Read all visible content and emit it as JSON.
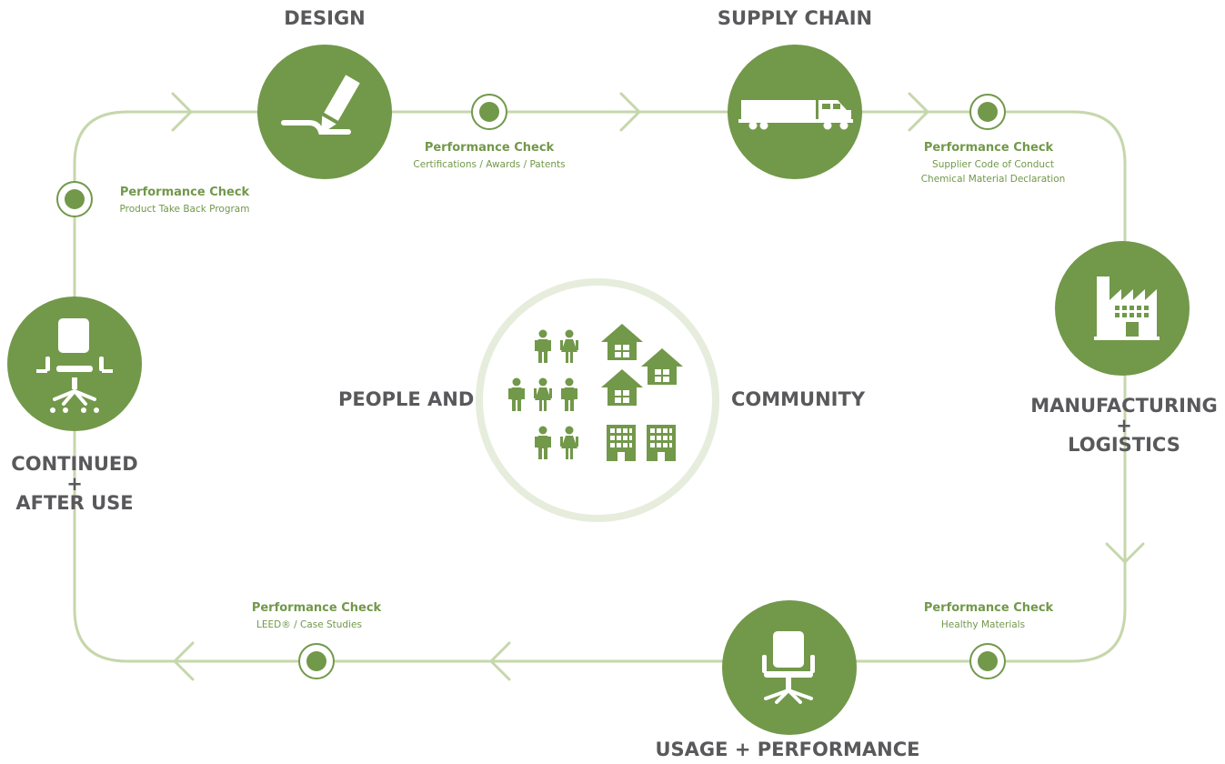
{
  "colors": {
    "green": "#72984a",
    "track": "#c6d7ab",
    "ring": "#e6eddc",
    "label": "#59595c"
  },
  "stages": {
    "design": {
      "label": "DESIGN",
      "icon": "pencil-icon"
    },
    "supply_chain": {
      "label": "SUPPLY CHAIN",
      "icon": "truck-icon"
    },
    "manufacturing": {
      "label_lines": [
        "MANUFACTURING",
        "+",
        "LOGISTICS"
      ],
      "icon": "factory-icon"
    },
    "usage": {
      "label": "USAGE + PERFORMANCE",
      "icon": "office-chair-icon"
    },
    "after_use": {
      "label_lines": [
        "CONTINUED",
        "+",
        "AFTER USE"
      ],
      "icon": "exploded-chair-icon"
    }
  },
  "checks": {
    "design": {
      "title": "Performance Check",
      "lines": [
        "Certifications / Awards / Patents"
      ]
    },
    "supply_chain": {
      "title": "Performance Check",
      "lines": [
        "Supplier Code of Conduct",
        "Chemical Material Declaration"
      ]
    },
    "manufacturing": {
      "title": "Performance Check",
      "lines": [
        "Healthy Materials"
      ]
    },
    "usage": {
      "title": "Performance Check",
      "lines": [
        "LEED® / Case Studies"
      ]
    },
    "after_use": {
      "title": "Performance Check",
      "lines": [
        "Product Take Back Program"
      ]
    }
  },
  "center": {
    "left_label": "PEOPLE AND",
    "right_label": "COMMUNITY",
    "icons": [
      "people-icon",
      "houses-icon",
      "buildings-icon"
    ]
  }
}
